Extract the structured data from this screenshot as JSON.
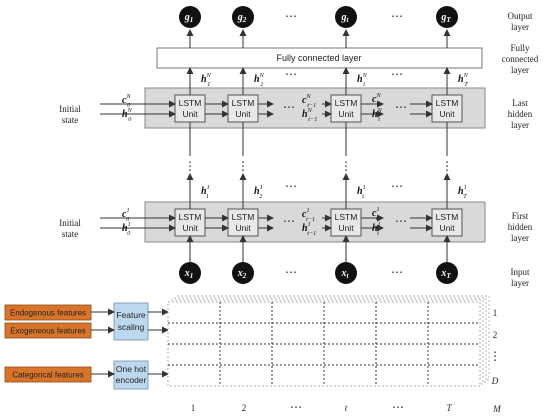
{
  "output_nodes": [
    {
      "text": "g",
      "sub": "1"
    },
    {
      "text": "g",
      "sub": "2"
    },
    {
      "text": "g",
      "sub": "t"
    },
    {
      "text": "g",
      "sub": "T"
    }
  ],
  "input_nodes": [
    {
      "text": "x",
      "sub": "1"
    },
    {
      "text": "x",
      "sub": "2"
    },
    {
      "text": "x",
      "sub": "t"
    },
    {
      "text": "x",
      "sub": "T"
    }
  ],
  "ellipsis": "⋯",
  "vellipsis": "⋮",
  "fc_layer_label": "Fully connected layer",
  "lstm_unit": {
    "line1": "LSTM",
    "line2": "Unit"
  },
  "right_labels": {
    "output": [
      "Output",
      "layer"
    ],
    "fc": [
      "Fully",
      "connected",
      "layer"
    ],
    "last": [
      "Last",
      "hidden",
      "layer"
    ],
    "first": [
      "First",
      "hidden",
      "layer"
    ],
    "input": [
      "Input",
      "layer"
    ]
  },
  "initial_state": [
    "Initial",
    "state"
  ],
  "last_layer": {
    "c0": {
      "base": "c",
      "sub": "0",
      "sup": "N"
    },
    "h0": {
      "base": "h",
      "sub": "0",
      "sup": "N"
    },
    "ctm1": {
      "base": "c",
      "sub": "t−1",
      "sup": "N"
    },
    "htm1": {
      "base": "h",
      "sub": "t−1",
      "sup": "N"
    },
    "ct": {
      "base": "c",
      "sub": "t",
      "sup": "N"
    },
    "ht": {
      "base": "h",
      "sub": "t",
      "sup": "N"
    },
    "up": [
      {
        "base": "h",
        "sub": "1",
        "sup": "N"
      },
      {
        "base": "h",
        "sub": "2",
        "sup": "N"
      },
      {
        "base": "h",
        "sub": "t",
        "sup": "N"
      },
      {
        "base": "h",
        "sub": "T",
        "sup": "N"
      }
    ]
  },
  "first_layer": {
    "c0": {
      "base": "c",
      "sub": "0",
      "sup": "1"
    },
    "h0": {
      "base": "h",
      "sub": "0",
      "sup": "1"
    },
    "ctm1": {
      "base": "c",
      "sub": "t−1",
      "sup": "1"
    },
    "htm1": {
      "base": "h",
      "sub": "t−1",
      "sup": "1"
    },
    "ct": {
      "base": "c",
      "sub": "t",
      "sup": "1"
    },
    "ht": {
      "base": "h",
      "sub": "t",
      "sup": "1"
    },
    "up": [
      {
        "base": "h",
        "sub": "1",
        "sup": "1"
      },
      {
        "base": "h",
        "sub": "2",
        "sup": "1"
      },
      {
        "base": "h",
        "sub": "t",
        "sup": "1"
      },
      {
        "base": "h",
        "sub": "T",
        "sup": "1"
      }
    ]
  },
  "features": [
    "Endogenous features",
    "Exogeneous features",
    "Categorical features"
  ],
  "processors": {
    "scaling": [
      "Feature",
      "scaling"
    ],
    "onehot": [
      "One hot",
      "encoder"
    ]
  },
  "tensor_right": {
    "r1": "1",
    "r2": "2",
    "dots": "⋮",
    "d": "D"
  },
  "tensor_bottom": {
    "c1": "1",
    "c2": "2",
    "ct": "t",
    "cT": "T",
    "m": "M"
  },
  "colors": {
    "node_fill": "#111111",
    "band_fill": "#d9d9d9",
    "lstm_fill": "#e8e8e8",
    "feature_fill": "#d9742b",
    "processor_fill": "#bdd7ee",
    "line": "#333333"
  }
}
